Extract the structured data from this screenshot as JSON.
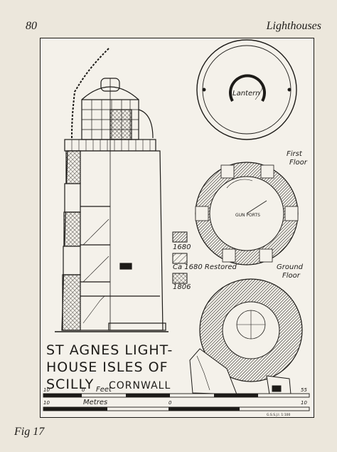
{
  "page": {
    "number": "80",
    "running_head": "Lighthouses",
    "figure_caption": "Fig 17"
  },
  "plate": {
    "title_line1": "ST AGNES LIGHT-",
    "title_line2": "HOUSE ISLES OF",
    "title_line3_a": "SCILLY",
    "title_line3_b": "CORNWALL",
    "plan_labels": {
      "lantern": "Lantern",
      "first_floor_a": "First",
      "first_floor_b": "Floor",
      "gun_ports": "GUN PORTS",
      "ground_floor_a": "Ground",
      "ground_floor_b": "Floor"
    },
    "legend": [
      {
        "label": "1680",
        "pattern": "dense-hatch"
      },
      {
        "label": "Ca 1680 Restored",
        "pattern": "light-hatch"
      },
      {
        "label": "1806",
        "pattern": "cross-hatch"
      }
    ],
    "scales": {
      "feet_left": "10",
      "feet_zero": "0",
      "feet_label": "Feet",
      "feet_right": "55",
      "metres_left": "10",
      "metres_label": "Metres",
      "metres_zero": "0",
      "metres_right": "10"
    },
    "signature": "G.S.S.J.I. 1:100"
  }
}
